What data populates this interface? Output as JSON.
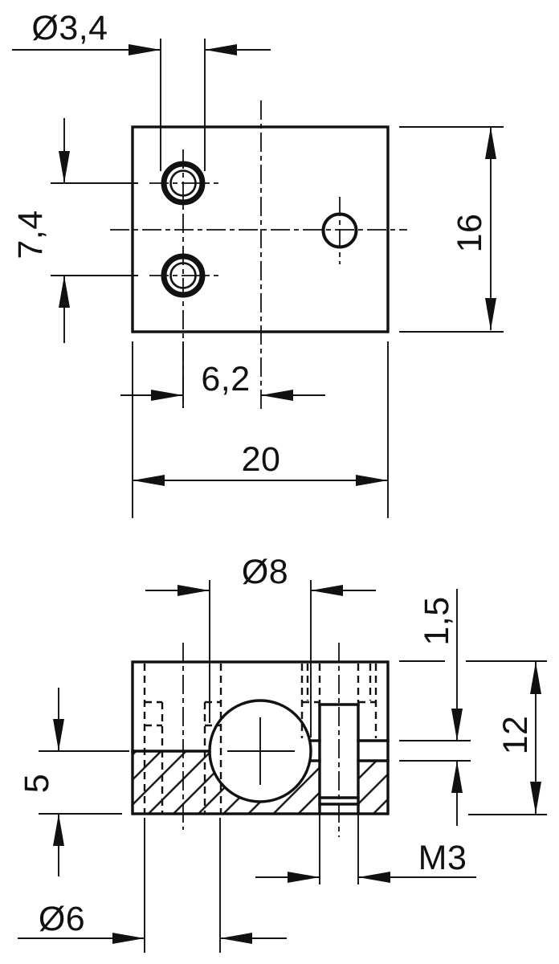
{
  "drawing": {
    "labels": {
      "thread_hole_diameter": "Ø3,4",
      "hole_pitch_vertical": "7,4",
      "block_height": "16",
      "hole_offset_horizontal": "6,2",
      "block_width": "20",
      "bore_diameter": "Ø8",
      "lip_thickness": "1,5",
      "block_thickness": "12",
      "bore_height_from_base": "5",
      "thread_spec": "M3",
      "counterbore_diameter": "Ø6"
    },
    "colors": {
      "line": "#111111",
      "background": "#ffffff"
    }
  }
}
